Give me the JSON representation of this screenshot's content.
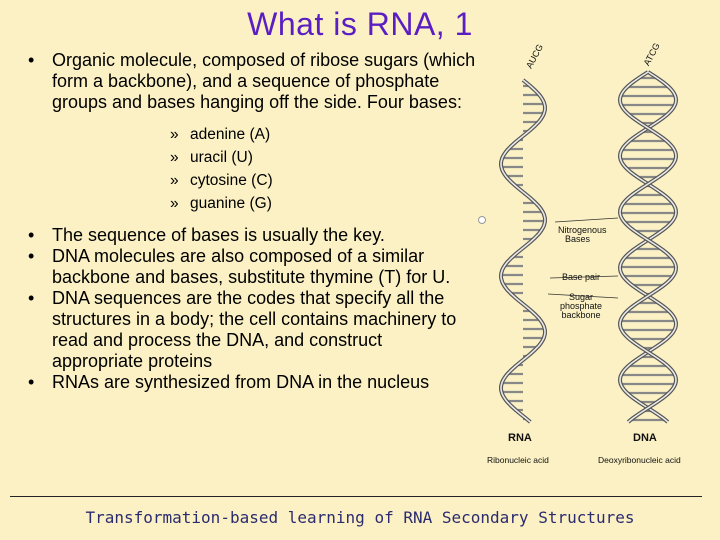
{
  "title": "What is RNA, 1",
  "bullets": [
    "Organic molecule, composed of ribose sugars (which form a backbone), and a sequence of phosphate groups and bases hanging off the side.  Four bases:",
    "The sequence of bases is usually the key.",
    "DNA molecules are also composed of a similar backbone and bases, substitute thymine (T) for U.",
    "DNA sequences are the codes that specify all the structures in a body; the cell contains machinery to read and process the DNA, and construct appropriate proteins",
    "RNAs are synthesized from DNA in the nucleus"
  ],
  "bullet_marker": "•",
  "sub_marker": "»",
  "bases": [
    "adenine (A)",
    "uracil (U)",
    "cytosine (C)",
    "guanine (G)"
  ],
  "figure": {
    "rna_heading": "RNA",
    "rna_caption": "Ribonucleic acid",
    "dna_heading": "DNA",
    "dna_caption": "Deoxyribonucleic acid",
    "label_nitrogenous_1": "Nitrogenous",
    "label_nitrogenous_2": "Bases",
    "label_base_pair": "Base pair",
    "label_sugar_1": "Sugar",
    "label_sugar_2": "phosphate",
    "label_sugar_3": "backbone",
    "rna_bases_label": "AUCG",
    "dna_bases_label": "ATCG"
  },
  "footer": "Transformation-based learning of RNA Secondary Structures"
}
